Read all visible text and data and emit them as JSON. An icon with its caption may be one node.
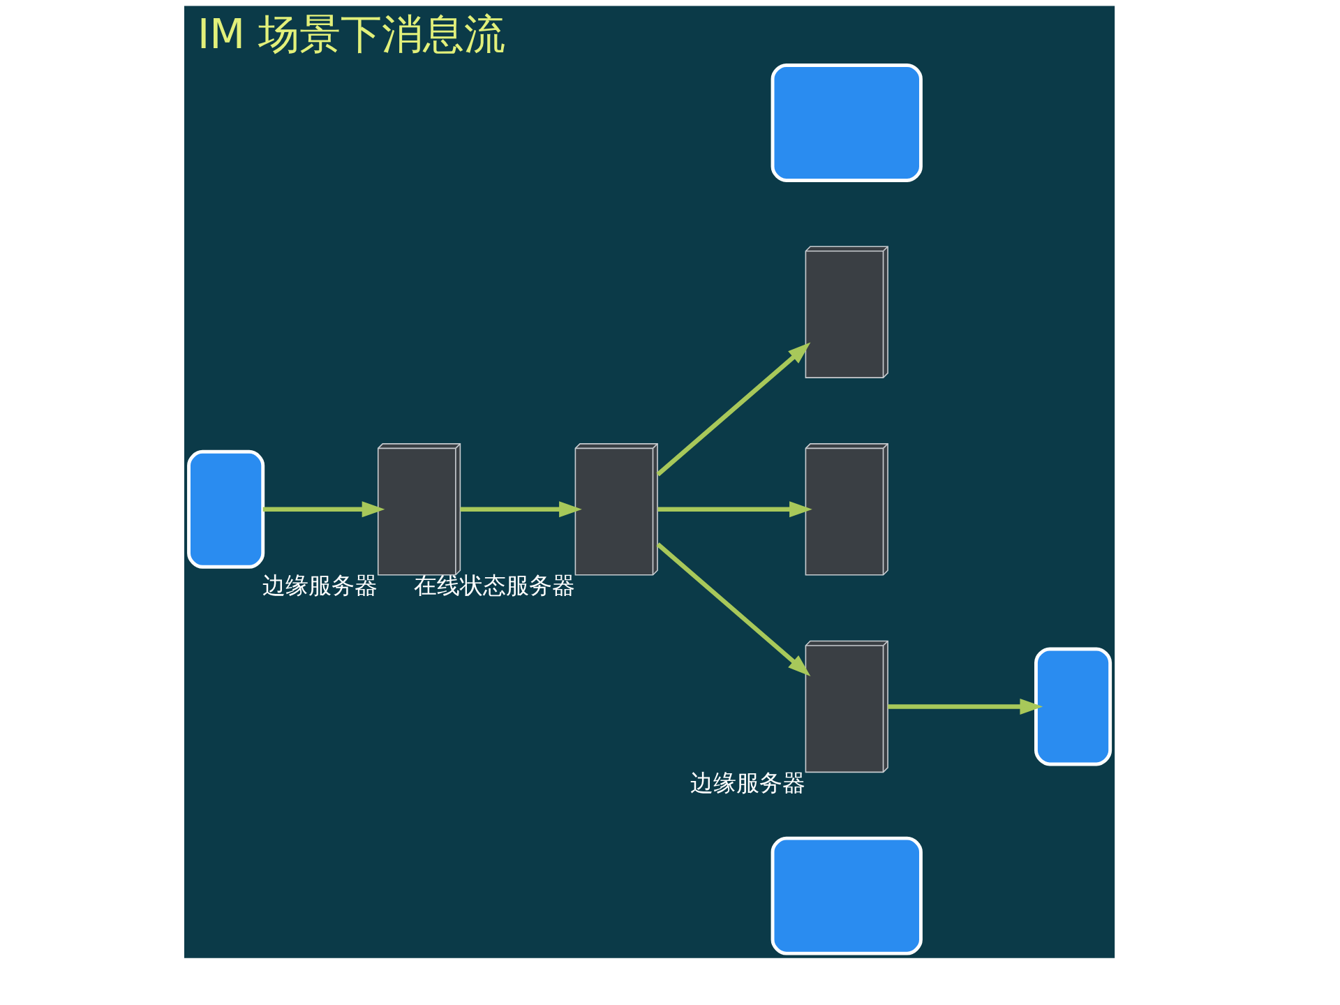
{
  "diagram": {
    "title": "IM 场景下消息流",
    "nodes": [
      {
        "text": [],
        "shape": "box"
      },
      {
        "text": [],
        "shape": "picture"
      },
      {
        "text": [
          "在线状态服务器"
        ]
      },
      {
        "text": [],
        "shape": "picture"
      },
      {
        "text": [],
        "shape": "box"
      },
      {
        "text": [
          "边缘服务器"
        ]
      },
      {
        "text": [
          "边缘服务器"
        ]
      },
      {
        "text": [],
        "shape": "box"
      },
      {
        "text": [],
        "shape": "box"
      }
    ],
    "edges": [
      {
        "from": 7,
        "to": 5,
        "arrow": "to"
      },
      {
        "from": 5,
        "to": 2,
        "arrow": "to"
      },
      {
        "from": 2,
        "to": 1,
        "arrow": "to"
      },
      {
        "from": 2,
        "to": 3,
        "arrow": "to"
      },
      {
        "from": 2,
        "to": 6,
        "arrow": "to"
      },
      {
        "from": 6,
        "to": 8,
        "arrow": "to"
      }
    ]
  }
}
